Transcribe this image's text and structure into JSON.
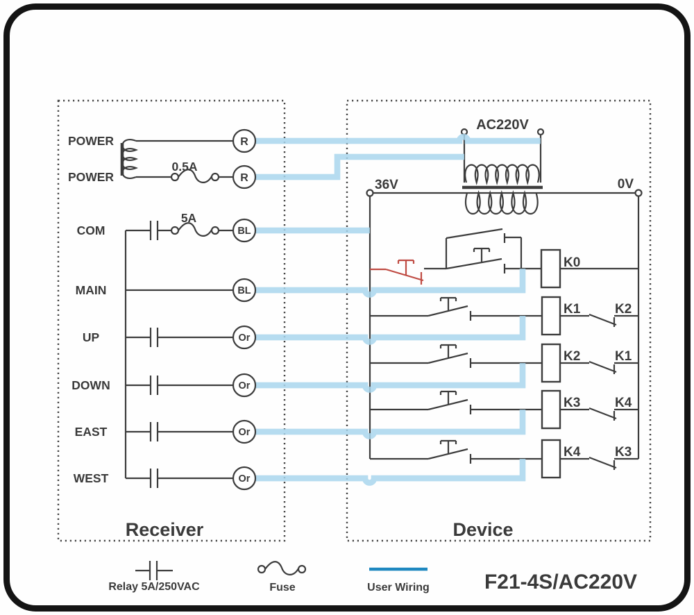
{
  "receiver": {
    "title": "Receiver",
    "rows": [
      {
        "label": "POWER",
        "terminal": "R"
      },
      {
        "label": "POWER",
        "terminal": "R"
      },
      {
        "label": "COM",
        "terminal": "BL"
      },
      {
        "label": "MAIN",
        "terminal": "BL"
      },
      {
        "label": "UP",
        "terminal": "Or"
      },
      {
        "label": "DOWN",
        "terminal": "Or"
      },
      {
        "label": "EAST",
        "terminal": "Or"
      },
      {
        "label": "WEST",
        "terminal": "Or"
      }
    ],
    "fuse_ratings": {
      "power": "0.5A",
      "com": "5A"
    }
  },
  "device": {
    "title": "Device",
    "supply_label": "AC220V",
    "secondary_left": "36V",
    "secondary_right": "0V",
    "relays": [
      {
        "coil": "K0",
        "interlock": ""
      },
      {
        "coil": "K1",
        "interlock": "K2"
      },
      {
        "coil": "K2",
        "interlock": "K1"
      },
      {
        "coil": "K3",
        "interlock": "K4"
      },
      {
        "coil": "K4",
        "interlock": "K3"
      }
    ]
  },
  "legend": {
    "relay": "Relay 5A/250VAC",
    "fuse": "Fuse",
    "user_wiring": "User Wiring",
    "model": "F21-4S/AC220V"
  },
  "colors": {
    "wire": "#1f88c0",
    "wire_halo": "#a8d6ec",
    "red": "#bf4a42",
    "line": "#3c3c3c"
  }
}
